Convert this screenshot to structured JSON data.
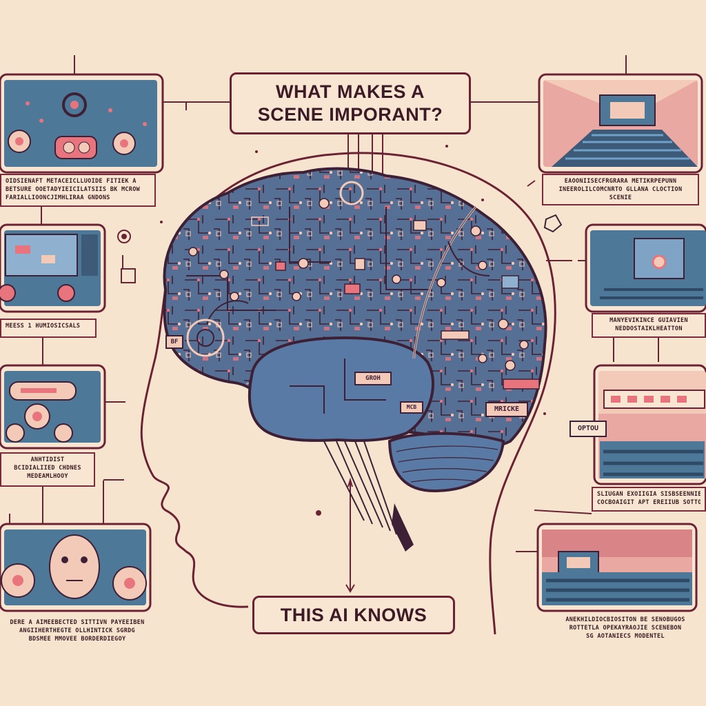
{
  "title": {
    "line1": "WHAT MAKES A",
    "line2": "SCENE IMPORANT?"
  },
  "footer_label": "THIS AI KNOWS",
  "left_captions": [
    {
      "lines": [
        "OIDSIENAFT METACEICLLUOIDE FITIEK A",
        "BETSURE OOETADYIEICILATSIIS BK MCROW",
        "FARIALLIOONCJIMHLIRAA GNDONS"
      ]
    },
    {
      "lines": [
        "MEESS 1 HUMIOSICSALS"
      ]
    },
    {
      "lines": [
        "ANHTIDIST",
        "BCIDIALIIED CHDNES",
        "MEDEAMLHOOY"
      ]
    },
    {
      "lines": [
        "DERE A AIMEEBECTED SITTIVN PAYEEIBEN",
        "ANGIIHERTHEGTE OLLHINTICK SGRDG",
        "BDSMEE MMOVEE BORDERDIEGOY"
      ]
    }
  ],
  "right_captions": [
    {
      "lines": [
        "EAOONIISECFRGRARA METIKRPEPUNN",
        "INEEROLILCOMCNRTO GLLANA CLOCTION",
        "SCENIE"
      ]
    },
    {
      "lines": [
        "MANYEVIKINCE GUIAVIEN",
        "NEDDOSTAIKLHEATTON"
      ]
    },
    {
      "lines": [
        "SLIUGAN EXOIIGIA SISBSEENNIE",
        "COCBOAIGIT APT EREIIUB SOTTOW"
      ]
    },
    {
      "lines": [
        "ANEKHILDIOCBIOSITON BE SENOBUGOS",
        "ROTTETLA OPEKAYRAOJIE SCENEBON",
        "SG AOTANIECS MODENTEL"
      ]
    }
  ],
  "brain_labels": [
    "GROH",
    "MRICKE",
    "OPTOU",
    "BF",
    "MCB"
  ],
  "colors": {
    "background": "#f7e4cf",
    "line": "#6b2233",
    "panel_blue": "#4e7897",
    "brain_blue": "#536d94",
    "accent_pink": "#e8757e",
    "cream": "#f9e6d2"
  }
}
